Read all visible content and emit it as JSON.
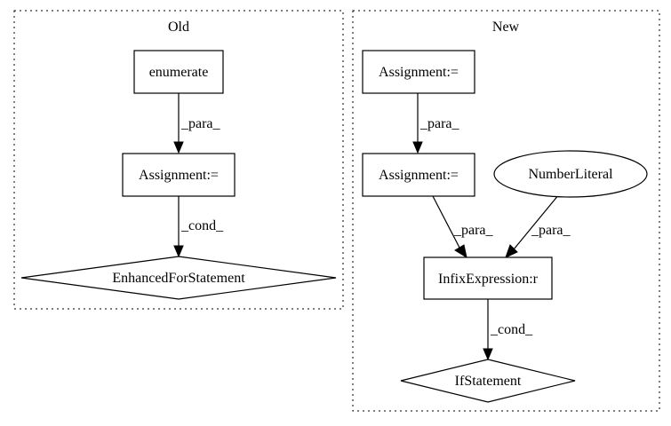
{
  "clusters": {
    "old": {
      "label": "Old"
    },
    "new": {
      "label": "New"
    }
  },
  "nodes": {
    "enumerate": "enumerate",
    "old_assignment": "Assignment:=",
    "enhanced_for": "EnhancedForStatement",
    "new_assignment_top": "Assignment:=",
    "new_assignment_mid": "Assignment:=",
    "number_literal": "NumberLiteral",
    "infix_expression": "InfixExpression:r",
    "if_statement": "IfStatement"
  },
  "edges": {
    "old_para": "_para_",
    "old_cond": "_cond_",
    "new_para_top": "_para_",
    "new_para_left": "_para_",
    "new_para_right": "_para_",
    "new_cond": "_cond_"
  }
}
